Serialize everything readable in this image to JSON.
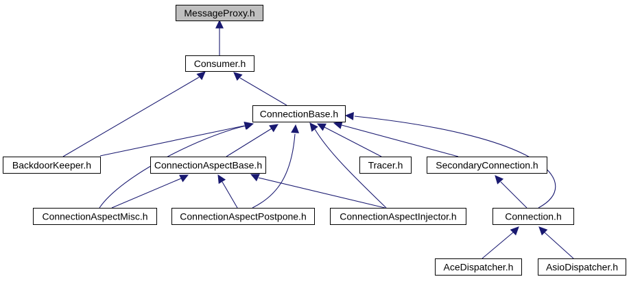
{
  "diagram": {
    "nodes": [
      {
        "id": "n0",
        "label": "MessageProxy.h",
        "root": true
      },
      {
        "id": "n1",
        "label": "Consumer.h"
      },
      {
        "id": "n2",
        "label": "ConnectionBase.h"
      },
      {
        "id": "n3",
        "label": "BackdoorKeeper.h"
      },
      {
        "id": "n4",
        "label": "ConnectionAspectBase.h"
      },
      {
        "id": "n5",
        "label": "Tracer.h"
      },
      {
        "id": "n6",
        "label": "SecondaryConnection.h"
      },
      {
        "id": "n7",
        "label": "ConnectionAspectMisc.h"
      },
      {
        "id": "n8",
        "label": "ConnectionAspectPostpone.h"
      },
      {
        "id": "n9",
        "label": "ConnectionAspectInjector.h"
      },
      {
        "id": "n10",
        "label": "Connection.h"
      },
      {
        "id": "n11",
        "label": "AceDispatcher.h"
      },
      {
        "id": "n12",
        "label": "AsioDispatcher.h"
      }
    ],
    "edges": [
      {
        "from": "n1",
        "to": "n0"
      },
      {
        "from": "n3",
        "to": "n1"
      },
      {
        "from": "n2",
        "to": "n1"
      },
      {
        "from": "n3",
        "to": "n2"
      },
      {
        "from": "n7",
        "to": "n2"
      },
      {
        "from": "n4",
        "to": "n2"
      },
      {
        "from": "n8",
        "to": "n2"
      },
      {
        "from": "n9",
        "to": "n2"
      },
      {
        "from": "n5",
        "to": "n2"
      },
      {
        "from": "n6",
        "to": "n2"
      },
      {
        "from": "n10",
        "to": "n2"
      },
      {
        "from": "n7",
        "to": "n4"
      },
      {
        "from": "n8",
        "to": "n4"
      },
      {
        "from": "n9",
        "to": "n4"
      },
      {
        "from": "n10",
        "to": "n6"
      },
      {
        "from": "n11",
        "to": "n10"
      },
      {
        "from": "n12",
        "to": "n10"
      }
    ],
    "colors": {
      "edge": "#191970",
      "root_fill": "#bfbfbf",
      "node_fill": "#ffffff",
      "node_stroke": "#000000"
    }
  }
}
